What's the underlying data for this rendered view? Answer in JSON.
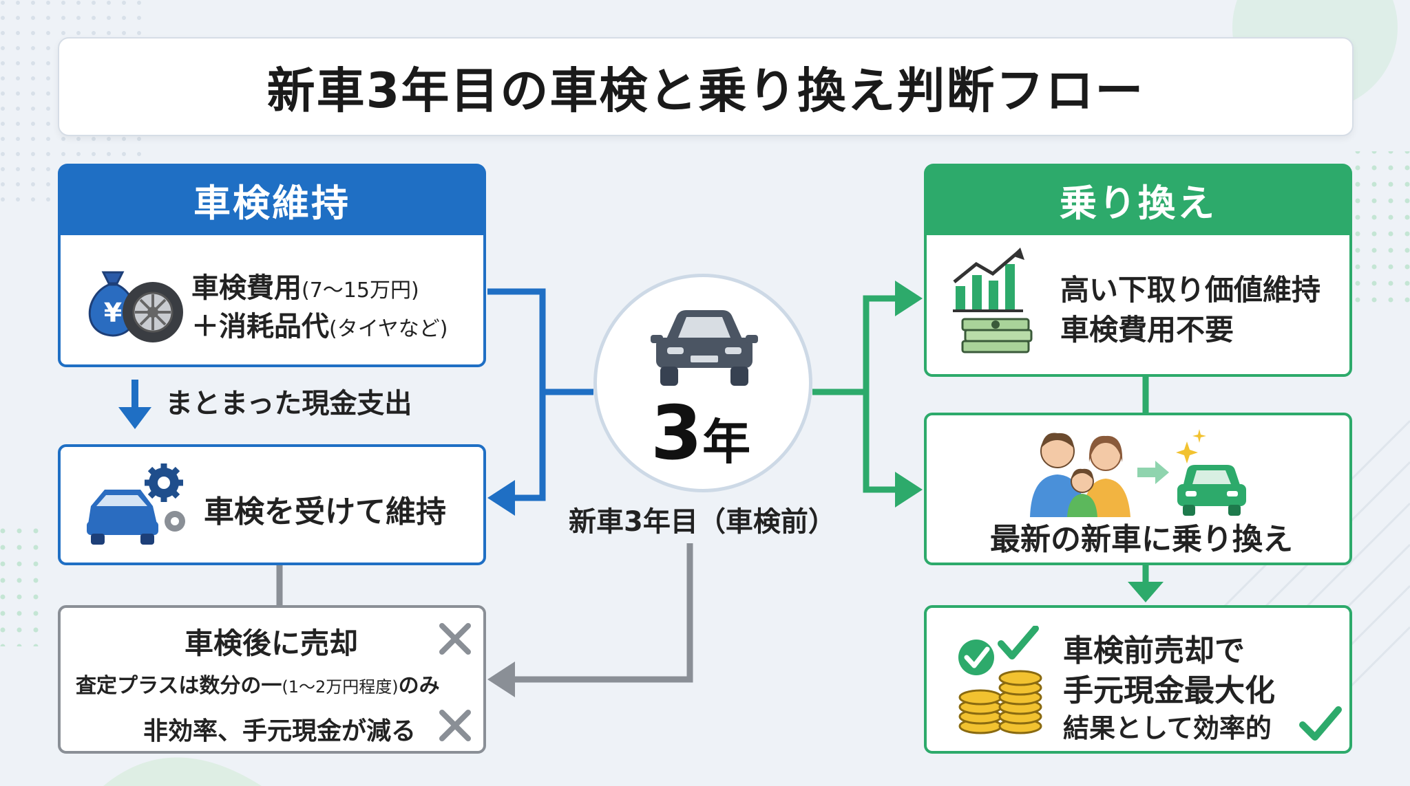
{
  "title": "新車3年目の車検と乗り換え判断フロー",
  "center": {
    "years": "3",
    "years_unit": "年",
    "caption": "新車3年目（車検前）"
  },
  "left": {
    "header": "車検維持",
    "cost_line1": "車検費用",
    "cost_line1_note": "(7〜15万円)",
    "cost_line2": "＋消耗品代",
    "cost_line2_note": "(タイヤなど)",
    "arrow_label": "まとまった現金支出",
    "keep_label": "車検を受けて維持",
    "after_title": "車検後に売却",
    "after_line2": "査定プラスは数分の一",
    "after_line2_note": "(1〜2万円程度)",
    "after_line2_tail": "のみ",
    "after_line3": "非効率、手元現金が減る"
  },
  "right": {
    "header": "乗り換え",
    "line1": "高い下取り価値維持",
    "line2": "車検費用不要",
    "switch_label": "最新の新車に乗り換え",
    "result_line1": "車検前売却で",
    "result_line2": "手元現金最大化",
    "result_line3": "結果として効率的"
  },
  "icons": {
    "money_bag": "money-bag-yen-icon",
    "tire": "tire-icon",
    "car_gear": "car-gear-icon",
    "cross": "cross-icon",
    "chart_money": "chart-money-icon",
    "family_car": "family-new-car-icon",
    "coins_check": "coins-check-icon",
    "check": "check-icon"
  },
  "colors": {
    "blue": "#1f6fc4",
    "green": "#2daa6b",
    "gray": "#8a8f96"
  }
}
